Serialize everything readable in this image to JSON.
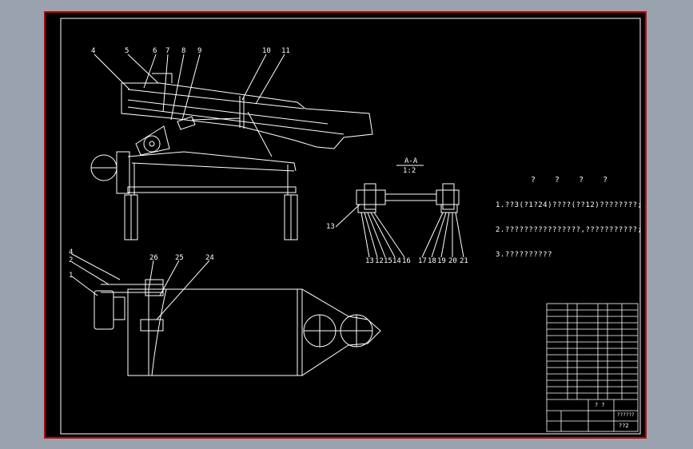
{
  "colors": {
    "background": "#9aa3ad",
    "sheet": "#000000",
    "frame_red": "#c00000",
    "line_white": "#ffffff"
  },
  "section": {
    "label": "A-A",
    "scale": "1:2"
  },
  "elevation_callouts": [
    "4",
    "5",
    "6",
    "7",
    "8",
    "9",
    "10",
    "11"
  ],
  "section_callouts_left": [
    "13",
    "12",
    "15",
    "14",
    "16"
  ],
  "section_callouts_right": [
    "17",
    "18",
    "19",
    "20",
    "21"
  ],
  "section_callout_side": "13",
  "plan_callouts": [
    "4",
    "2",
    "1",
    "26",
    "25",
    "24"
  ],
  "notes": {
    "title": "? ? ? ?",
    "lines": [
      "1.??3(?1?24)????(??12)????????;",
      "2.????????????????,???????????;",
      "3.??????????"
    ]
  },
  "title_block": {
    "cell_a": "? ?",
    "cell_b": "??????",
    "cell_c": "??2"
  }
}
